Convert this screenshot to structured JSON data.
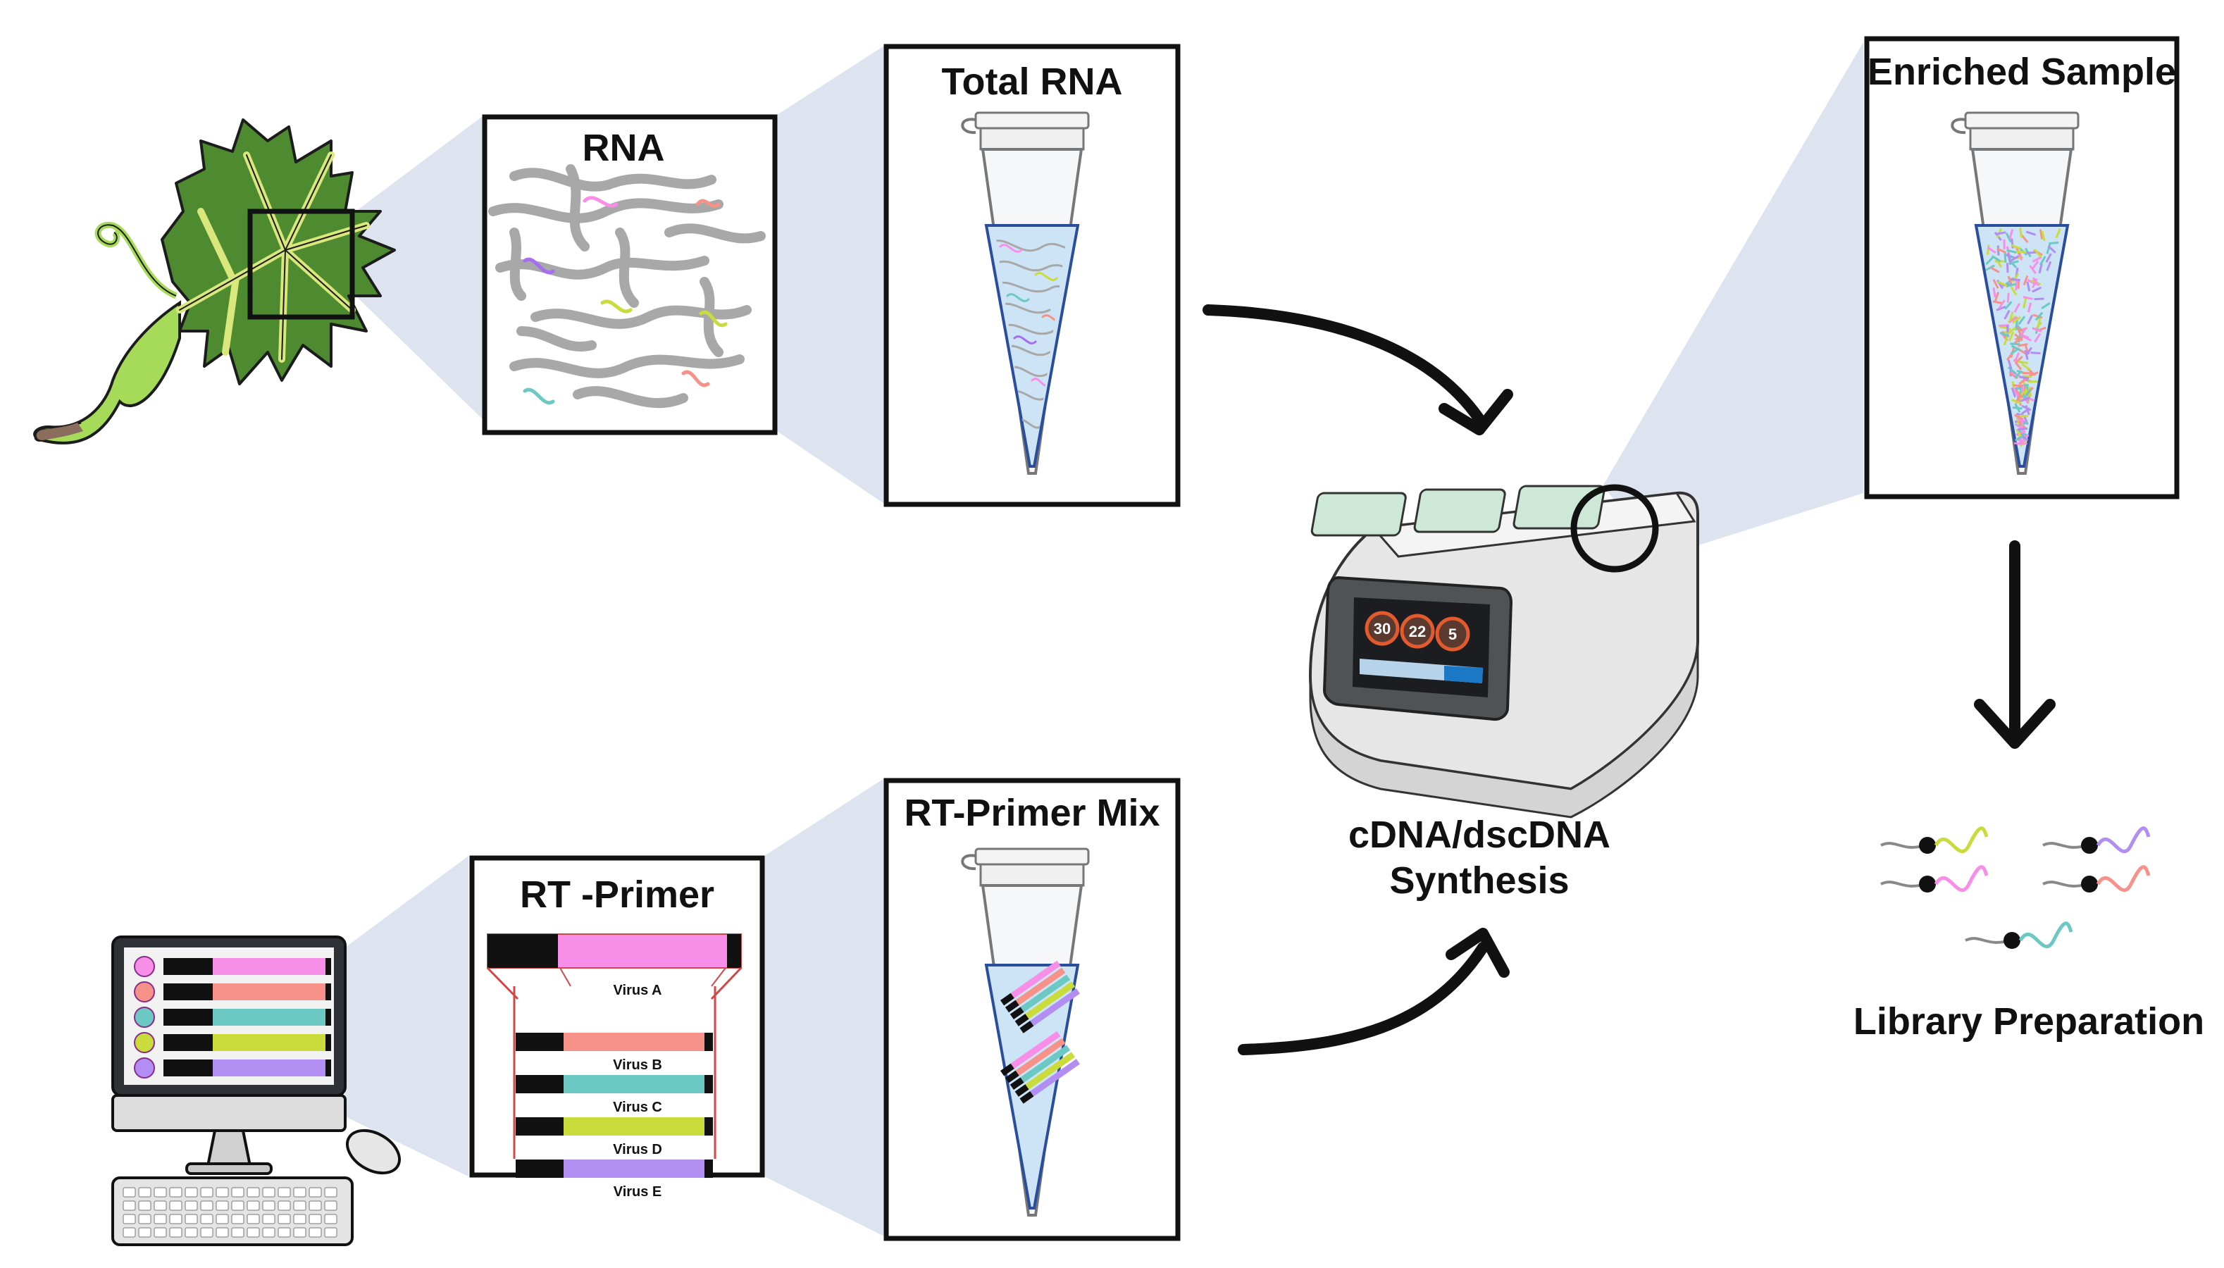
{
  "labels": {
    "rna": "RNA",
    "total_rna": "Total RNA",
    "enriched_sample": "Enriched Sample",
    "rt_primer": "RT -Primer",
    "rt_primer_mix": "RT-Primer Mix",
    "synthesis_line1": "cDNA/dscDNA",
    "synthesis_line2": "Synthesis",
    "library_preparation": "Library Preparation"
  },
  "viruses": [
    {
      "name": "Virus A",
      "color": "#f78fe8"
    },
    {
      "name": "Virus B",
      "color": "#f6928a"
    },
    {
      "name": "Virus C",
      "color": "#6cc8c2"
    },
    {
      "name": "Virus D",
      "color": "#c9dc3c"
    },
    {
      "name": "Virus E",
      "color": "#b28ef2"
    }
  ],
  "thermocycler": {
    "dials": [
      "30",
      "22",
      "5"
    ]
  },
  "colors": {
    "leaf": "#4e8a30",
    "leaf_vein": "#d9e77c",
    "stem": "#8a6d5c",
    "tube_liquid": "#cde4f7",
    "tube_outline": "#2a4e9c",
    "callout": "#dde3ef",
    "rna_strand": "#a8a8a8",
    "accent_blue": "#1a78c4",
    "dial_ring": "#e25a2e"
  }
}
